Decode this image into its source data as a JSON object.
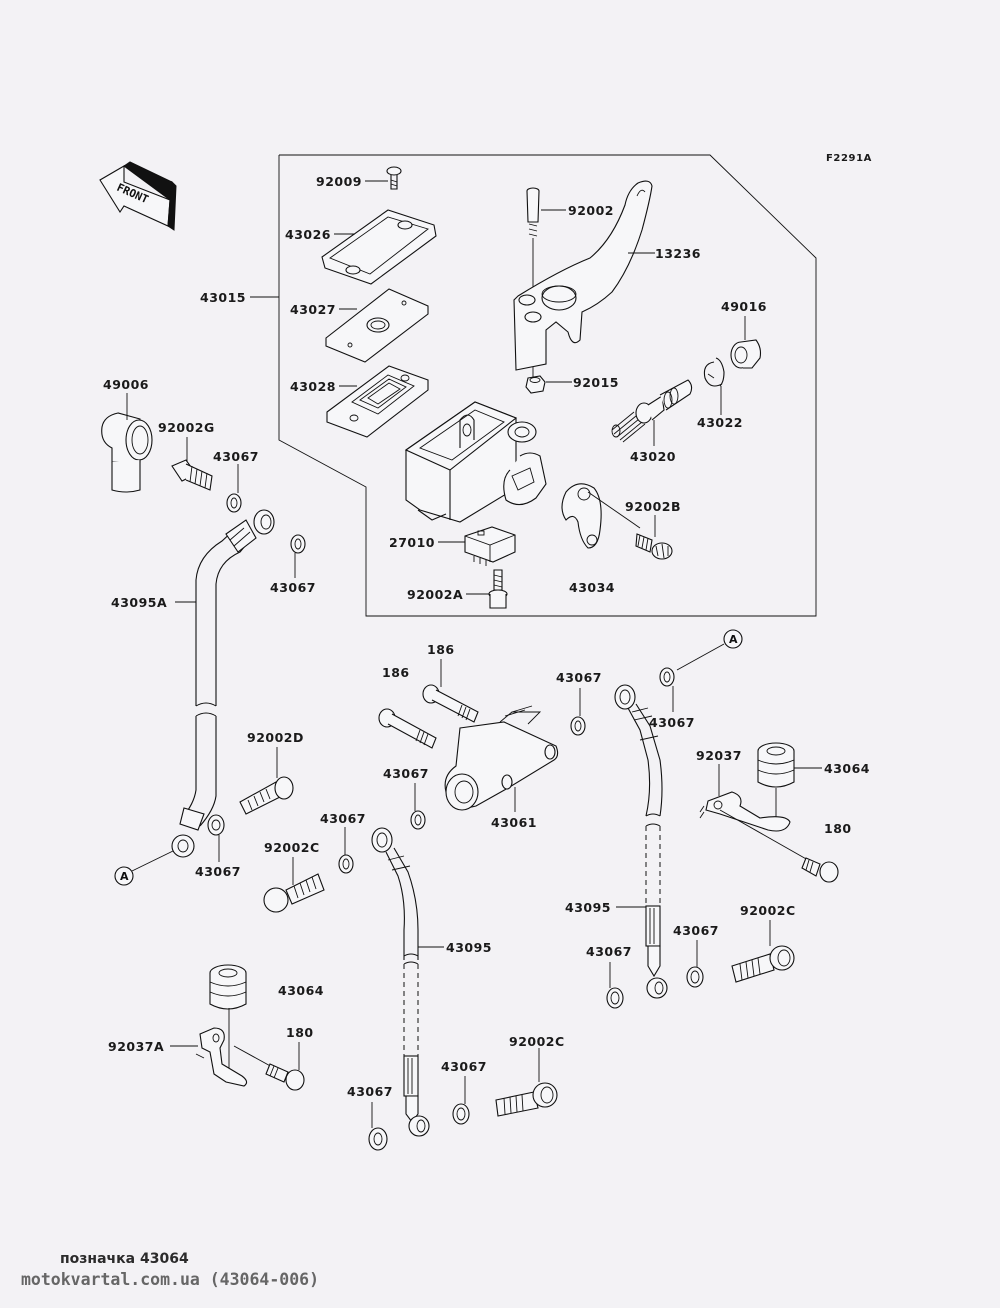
{
  "diagram": {
    "title_code": "F2291A",
    "front_marker": "FRONT",
    "ref_marker": "A",
    "parts": {
      "p92009": "92009",
      "p43026": "43026",
      "p43015": "43015",
      "p43027": "43027",
      "p43028": "43028",
      "p92002": "92002",
      "p13236": "13236",
      "p92015": "92015",
      "p49016": "49016",
      "p43022": "43022",
      "p43020": "43020",
      "p92002B": "92002B",
      "p27010": "27010",
      "p43034": "43034",
      "p92002A": "92002A",
      "p49006": "49006",
      "p92002G": "92002G",
      "p43067_a": "43067",
      "p43067_b": "43067",
      "p43095A": "43095A",
      "p186_a": "186",
      "p186_b": "186",
      "p43067_c": "43067",
      "p43067_d": "43067",
      "p43067_e": "43067",
      "p43061": "43061",
      "p92037": "92037",
      "p43064_a": "43064",
      "p180_a": "180",
      "p92002D": "92002D",
      "p43067_f": "43067",
      "p43067_g": "43067",
      "p92002C_a": "92002C",
      "p43095_a": "43095",
      "p43095_b": "43095",
      "p92002C_b": "92002C",
      "p43067_h": "43067",
      "p43067_i": "43067",
      "p43064_b": "43064",
      "p92037A": "92037A",
      "p180_b": "180",
      "p92002C_c": "92002C",
      "p43067_j": "43067",
      "p43067_k": "43067"
    }
  },
  "footer": {
    "caption": "позначка 43064",
    "source": "motokvartal.com.ua (43064-006)"
  }
}
